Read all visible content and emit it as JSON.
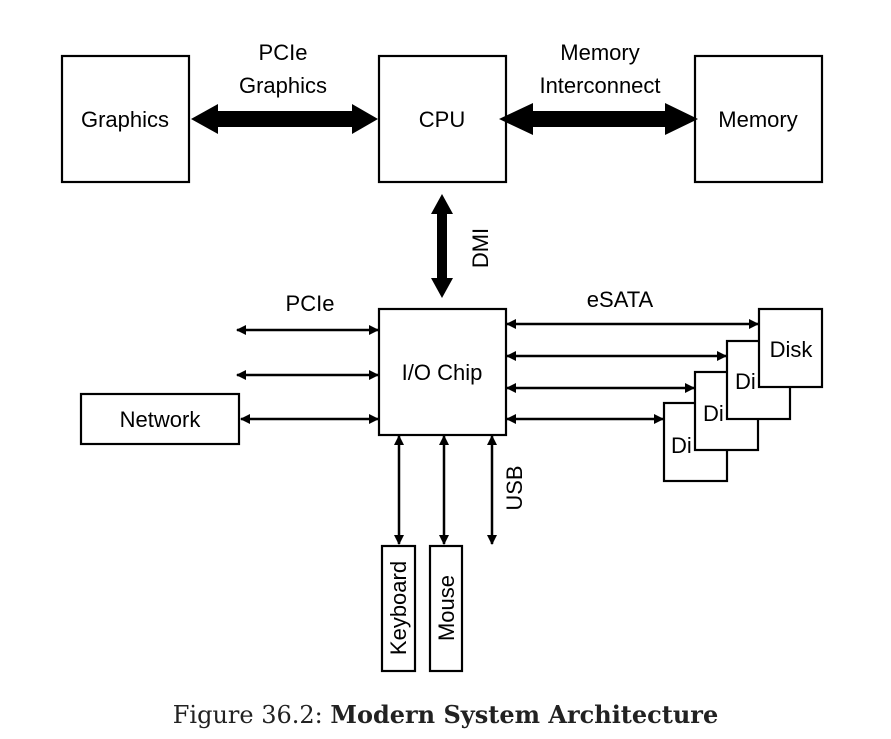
{
  "diagram": {
    "nodes": {
      "graphics": "Graphics",
      "cpu": "CPU",
      "memory": "Memory",
      "io_chip": "I/O Chip",
      "network": "Network",
      "keyboard": "Keyboard",
      "mouse": "Mouse",
      "disk": "Disk",
      "disk_partial_1": "Di",
      "disk_partial_2": "Di",
      "disk_partial_3": "Di"
    },
    "links": {
      "pcie_graphics_line1": "PCIe",
      "pcie_graphics_line2": "Graphics",
      "memory_interconnect_line1": "Memory",
      "memory_interconnect_line2": "Interconnect",
      "dmi": "DMI",
      "pcie": "PCIe",
      "esata": "eSATA",
      "usb": "USB"
    }
  },
  "caption": {
    "prefix": "Figure 36.2:",
    "title": "Modern System Architecture"
  }
}
